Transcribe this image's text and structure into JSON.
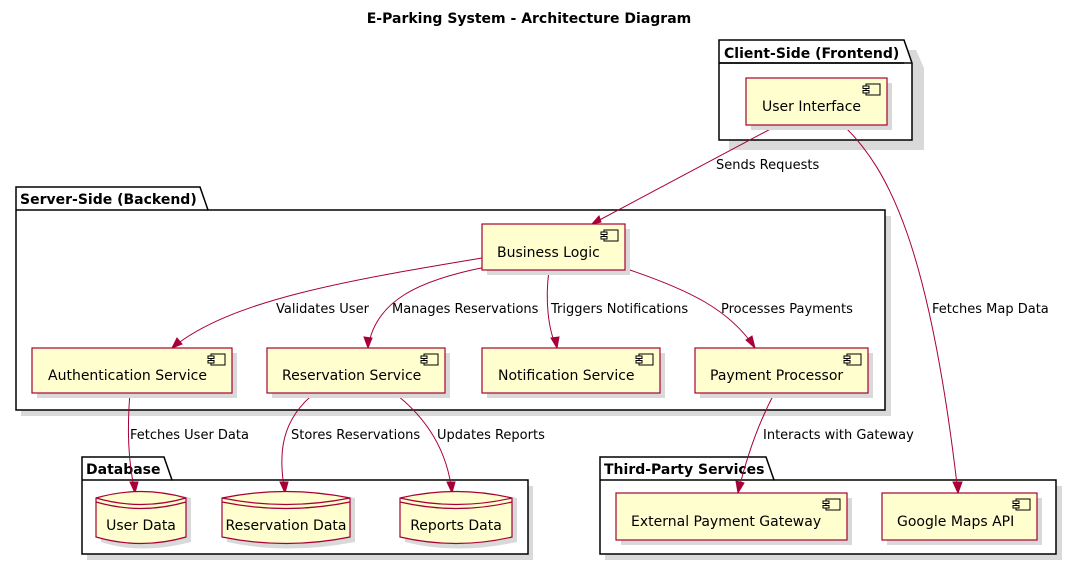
{
  "diagram": {
    "title": "E-Parking System - Architecture Diagram",
    "packages": {
      "client": "Client-Side (Frontend)",
      "server": "Server-Side (Backend)",
      "database": "Database",
      "third_party": "Third-Party Services"
    },
    "components": {
      "user_interface": "User Interface",
      "business_logic": "Business Logic",
      "authentication": "Authentication Service",
      "reservation": "Reservation Service",
      "notification": "Notification Service",
      "payment_processor": "Payment Processor",
      "user_data": "User Data",
      "reservation_data": "Reservation Data",
      "reports_data": "Reports Data",
      "external_gateway": "External Payment Gateway",
      "google_maps": "Google Maps API"
    },
    "edges": {
      "sends_requests": "Sends Requests",
      "fetches_map_data": "Fetches Map Data",
      "validates_user": "Validates User",
      "manages_reservations": "Manages Reservations",
      "triggers_notifications": "Triggers Notifications",
      "processes_payments": "Processes Payments",
      "fetches_user_data": "Fetches User Data",
      "stores_reservations": "Stores Reservations",
      "updates_reports": "Updates Reports",
      "interacts_with_gateway": "Interacts with Gateway"
    },
    "colors": {
      "component_fill": "#fefece",
      "component_border": "#a80036",
      "arrow": "#a80036"
    }
  }
}
